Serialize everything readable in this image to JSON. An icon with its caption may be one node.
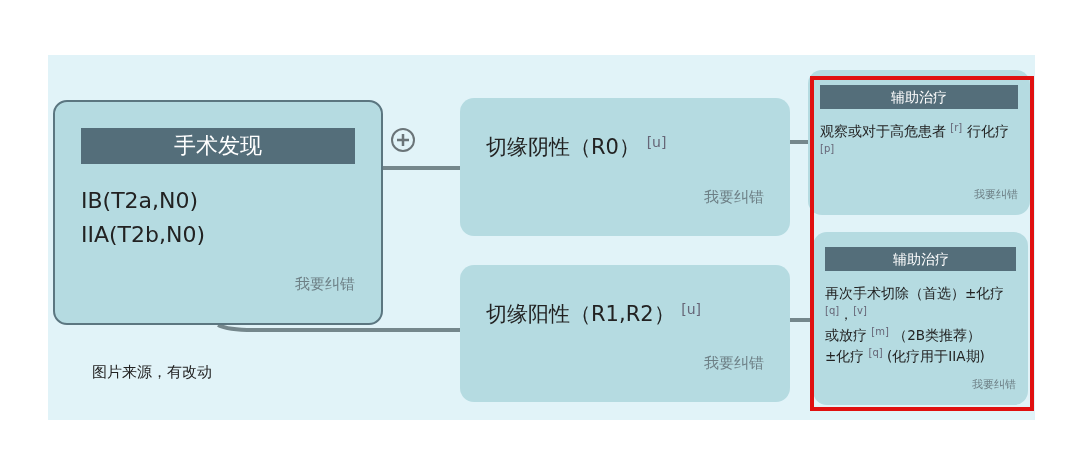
{
  "diagram": {
    "nodes": [
      {
        "text": [
          "手术发现",
          "IB(T2a,N0)",
          "IIA(T2b,N0)",
          "我要纠错"
        ]
      },
      {
        "text": [
          "切缘阴性（R0） $^{[u]}$",
          "我要纠错"
        ]
      },
      {
        "text": [
          "切缘阳性（R1,R2） $^{[u]}$",
          "我要纠错"
        ]
      },
      {
        "text": [
          "辅助治疗",
          "观察或对于高危患者 $^{[r]}$ 行化疗 $^{[p]}$",
          "我要纠错"
        ]
      },
      {
        "text": [
          "辅助治疗",
          "再次手术切除（首选）±化疗 $^{[q]}$，$^{[v]}$",
          "或放疗 $^{[m]}$ （2B类推荐）",
          "±化疗 $^{[q]}$ (化疗用于IIA期)",
          "我要纠错"
        ]
      }
    ],
    "edges": [
      {
        "from": 0,
        "to": 1,
        "arrow": "none"
      },
      {
        "from": 0,
        "to": 2,
        "arrow": "none"
      },
      {
        "from": 1,
        "to": 3,
        "arrow": "none"
      },
      {
        "from": 2,
        "to": 4,
        "arrow": "none"
      }
    ],
    "labels": [
      "图片来源，有改动"
    ]
  }
}
